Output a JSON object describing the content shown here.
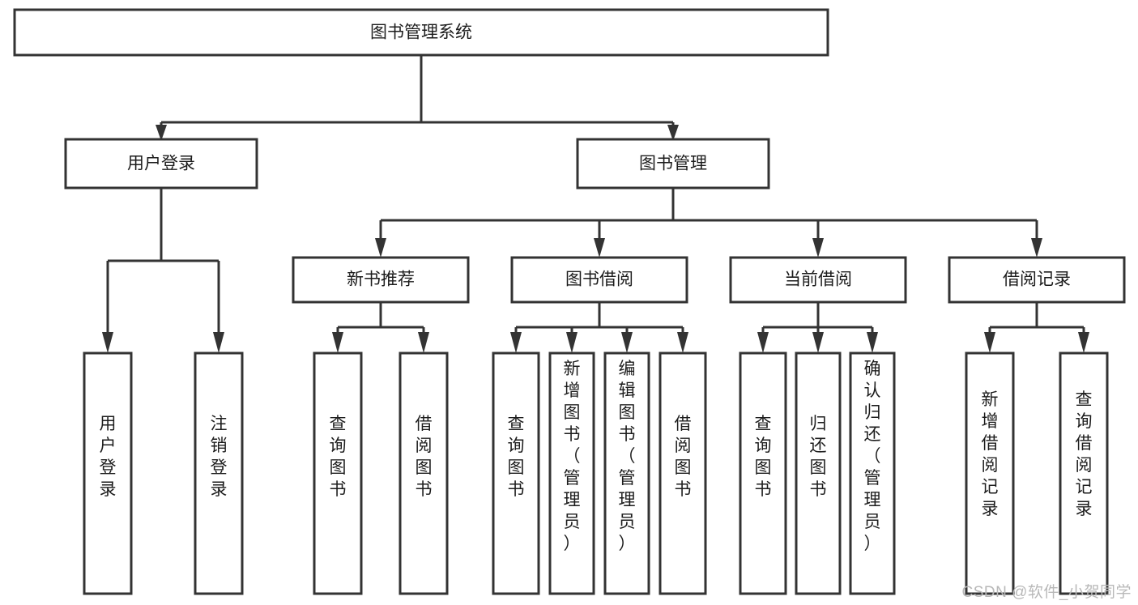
{
  "diagram": {
    "type": "tree-hierarchy-chart",
    "title": "图书管理系统",
    "watermark": "CSDN @软件_小贺同学",
    "levels": {
      "level1": [
        {
          "id": "root",
          "label": "图书管理系统"
        }
      ],
      "level2": [
        {
          "id": "user-login",
          "label": "用户登录"
        },
        {
          "id": "book-manage",
          "label": "图书管理"
        }
      ],
      "level3": [
        {
          "id": "new-book-rec",
          "label": "新书推荐",
          "parent": "book-manage"
        },
        {
          "id": "book-borrow",
          "label": "图书借阅",
          "parent": "book-manage"
        },
        {
          "id": "current-borrow",
          "label": "当前借阅",
          "parent": "book-manage"
        },
        {
          "id": "borrow-record",
          "label": "借阅记录",
          "parent": "book-manage"
        }
      ],
      "leaves": [
        {
          "id": "leaf-user-login",
          "label": "用户登录",
          "parent": "user-login"
        },
        {
          "id": "leaf-logout",
          "label": "注销登录",
          "parent": "user-login"
        },
        {
          "id": "leaf-query-book-1",
          "label": "查询图书",
          "parent": "new-book-rec"
        },
        {
          "id": "leaf-borrow-book-1",
          "label": "借阅图书",
          "parent": "new-book-rec"
        },
        {
          "id": "leaf-query-book-2",
          "label": "查询图书",
          "parent": "book-borrow"
        },
        {
          "id": "leaf-add-book",
          "label": "新增图书（管理员）",
          "parent": "book-borrow"
        },
        {
          "id": "leaf-edit-book",
          "label": "编辑图书（管理员）",
          "parent": "book-borrow"
        },
        {
          "id": "leaf-borrow-book-2",
          "label": "借阅图书",
          "parent": "book-borrow"
        },
        {
          "id": "leaf-query-book-3",
          "label": "查询图书",
          "parent": "current-borrow"
        },
        {
          "id": "leaf-return-book",
          "label": "归还图书",
          "parent": "current-borrow"
        },
        {
          "id": "leaf-confirm-return",
          "label": "确认归还（管理员）",
          "parent": "current-borrow"
        },
        {
          "id": "leaf-add-record",
          "label": "新增借阅记录",
          "parent": "borrow-record"
        },
        {
          "id": "leaf-query-record",
          "label": "查询借阅记录",
          "parent": "borrow-record"
        }
      ]
    },
    "colors": {
      "box_fill": "#ffffff",
      "box_stroke": "#333333",
      "text": "#1c1c1c",
      "watermark": "#b8b8b8",
      "background": "#ffffff"
    }
  }
}
